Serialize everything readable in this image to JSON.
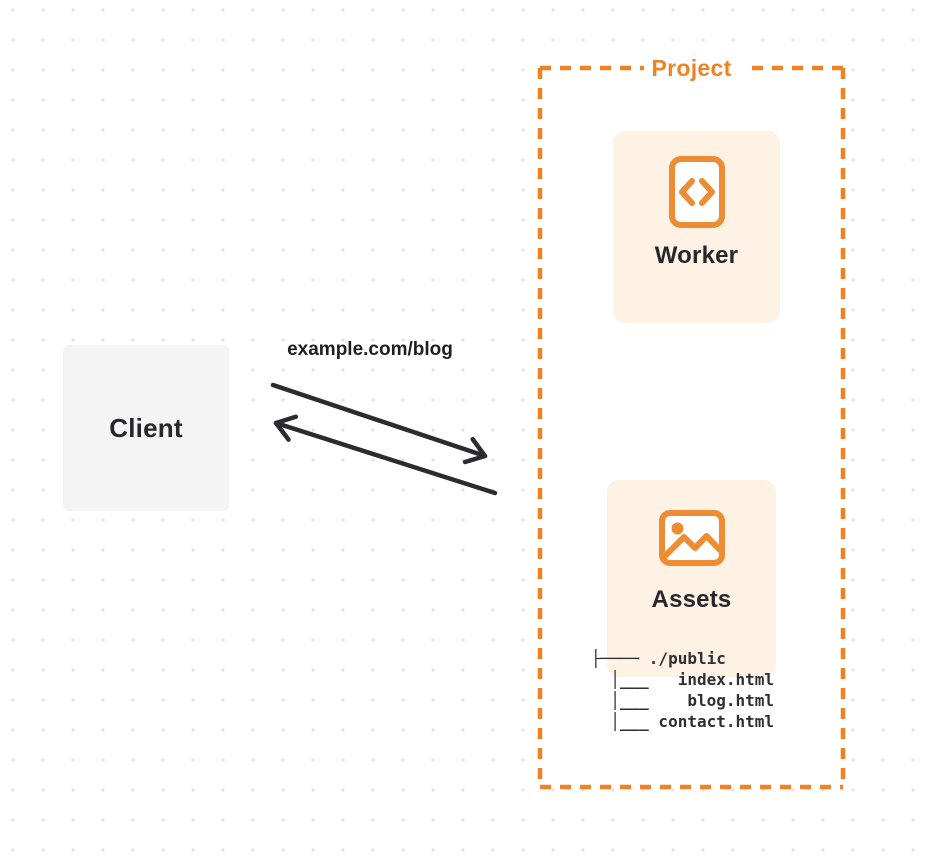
{
  "diagram": {
    "client": {
      "label": "Client"
    },
    "request": {
      "label": "example.com/blog"
    },
    "project": {
      "label": "Project",
      "worker": {
        "label": "Worker",
        "icon": "code-icon"
      },
      "assets": {
        "label": "Assets",
        "icon": "image-icon",
        "file_tree": "├──── ./public\n  │___   index.html\n  │___    blog.html\n  │___ contact.html"
      }
    },
    "colors": {
      "accent_orange": "#EE8224",
      "icon_orange": "#EE8C33",
      "card_cream": "#FDF2E4",
      "client_gray": "#F4F4F5",
      "arrow_dark": "#2B2B30",
      "text_dark": "#26262B",
      "dot_gray": "#E2E2E6"
    }
  }
}
